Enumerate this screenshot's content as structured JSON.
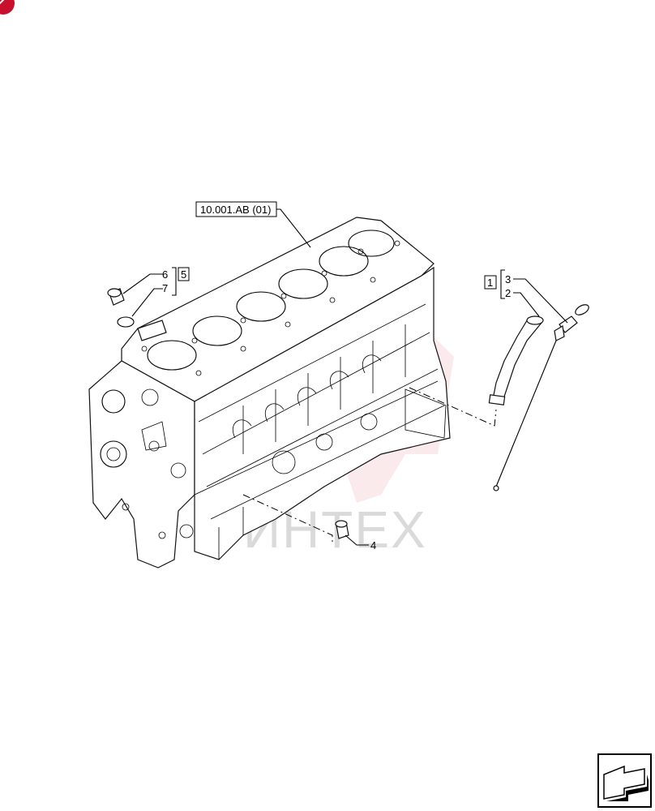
{
  "diagram": {
    "reference_box": "10.001.AB (01)",
    "callouts": {
      "c1": "1",
      "c2": "2",
      "c3": "3",
      "c4": "4",
      "c5": "5",
      "c6": "6",
      "c7": "7"
    },
    "watermark": "ИНТЕХ",
    "colors": {
      "corner_badge": "#c8102e",
      "watermark_logo": "#f2c4c8",
      "line": "#000000"
    },
    "icons": [
      "corner-badge-icon",
      "next-page-arrow-icon"
    ]
  }
}
